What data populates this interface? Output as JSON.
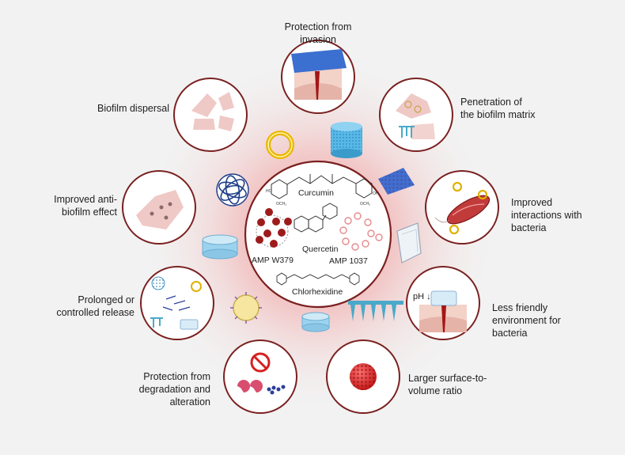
{
  "center": {
    "compounds": [
      "Curcumin",
      "Quercetin",
      "AMP W379",
      "AMP 1037",
      "Chlorhexidine"
    ]
  },
  "benefits": [
    {
      "lines": [
        "Protection from",
        "invasion"
      ]
    },
    {
      "lines": [
        "Penetration of",
        "the biofilm matrix"
      ]
    },
    {
      "lines": [
        "Improved",
        "interactions with",
        "bacteria"
      ]
    },
    {
      "lines": [
        "Less friendly",
        "environment for",
        "bacteria"
      ]
    },
    {
      "lines": [
        "Larger surface-to-",
        "volume ratio"
      ]
    },
    {
      "lines": [
        "Protection from",
        "degradation and",
        "alteration"
      ]
    },
    {
      "lines": [
        "Prolonged or",
        "controlled release"
      ]
    },
    {
      "lines": [
        "Improved anti-",
        "biofilm effect"
      ]
    },
    {
      "lines": [
        "Biofilm dispersal"
      ]
    }
  ],
  "ph_label": "pH ↓",
  "colors": {
    "circle_border": "#7a2020",
    "glow": "#e85a5a",
    "biofilm_pink": "#efc9c6",
    "blue_material": "#4f8fd6",
    "dark_red": "#9e1b1b"
  }
}
